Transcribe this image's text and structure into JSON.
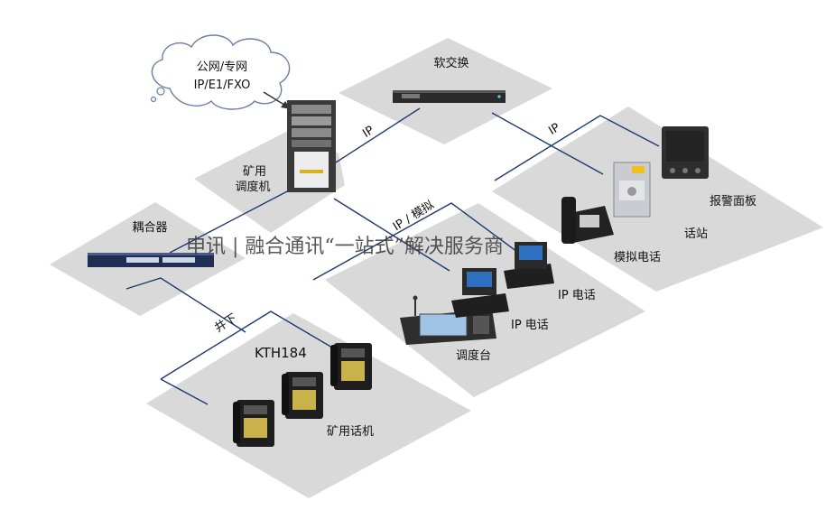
{
  "cloud": {
    "line1": "公网/专网",
    "line2": "IP/E1/FXO"
  },
  "labels": {
    "softswitch": "软交换",
    "dispatcher_line1": "矿用",
    "dispatcher_line2": "调度机",
    "coupler": "耦合器",
    "link_ip_top": "IP",
    "link_ip_right": "IP",
    "link_ip_analog": "IP / 模拟",
    "link_underground": "井下",
    "kth": "KTH184",
    "mine_phone": "矿用话机",
    "console": "调度台",
    "ip_phone_1": "IP 电话",
    "ip_phone_2": "IP 电话",
    "analog_phone": "模拟电话",
    "intercom": "话站",
    "alarm_panel": "报警面板"
  },
  "watermark": "申讯 | 融合通讯“一站式”解决服务商",
  "colors": {
    "platform": "#d9d9d9",
    "line": "#1f3a70",
    "device_dark": "#2b2b2b",
    "cloud_stroke": "#6a7fa8"
  }
}
